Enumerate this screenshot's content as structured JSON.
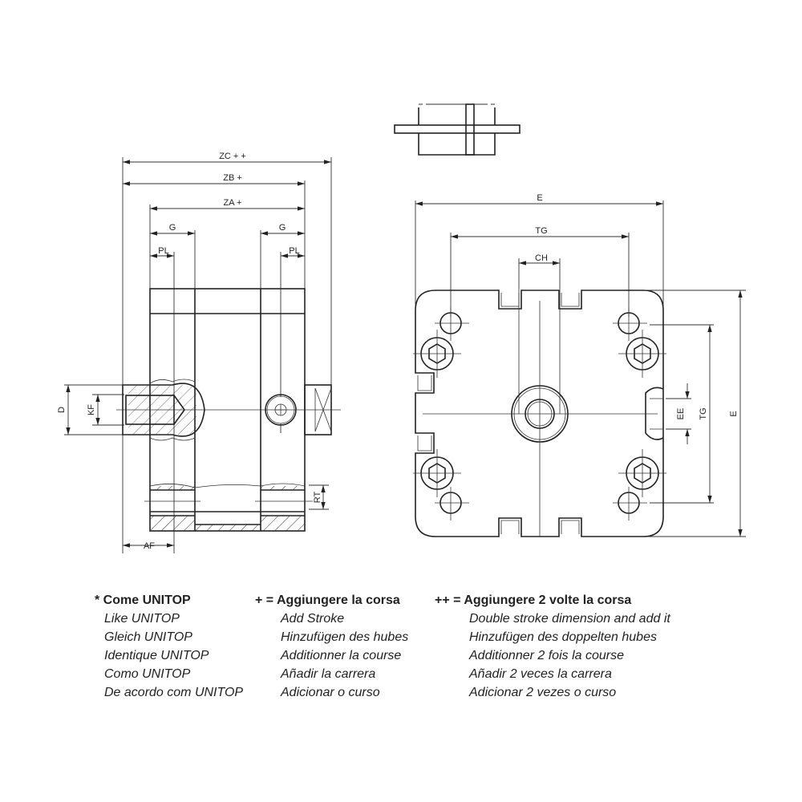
{
  "dimensions": {
    "zc": "ZC + +",
    "zb": "ZB +",
    "za": "ZA  +",
    "g": "G",
    "pl": "PL",
    "d": "D",
    "kf": "KF",
    "af": "AF",
    "rt": "RT",
    "e": "E",
    "tg": "TG",
    "ch": "CH",
    "ee": "EE"
  },
  "legend": [
    {
      "header": "* Come UNITOP",
      "lines": [
        "Like UNITOP",
        "Gleich UNITOP",
        "Identique UNITOP",
        "Como UNITOP",
        "De acordo com UNITOP"
      ]
    },
    {
      "header": "+ = Aggiungere la corsa",
      "lines": [
        "Add Stroke",
        "Hinzufügen des hubes",
        "Additionner la course",
        "Añadir la carrera",
        "Adicionar o curso"
      ]
    },
    {
      "header": "++ = Aggiungere 2 volte la corsa",
      "lines": [
        "Double stroke dimension and add it",
        "Hinzufügen des doppelten hubes",
        "Additionner 2 fois la course",
        "Añadir 2 veces la carrera",
        "Adicionar 2 vezes o curso"
      ]
    }
  ]
}
